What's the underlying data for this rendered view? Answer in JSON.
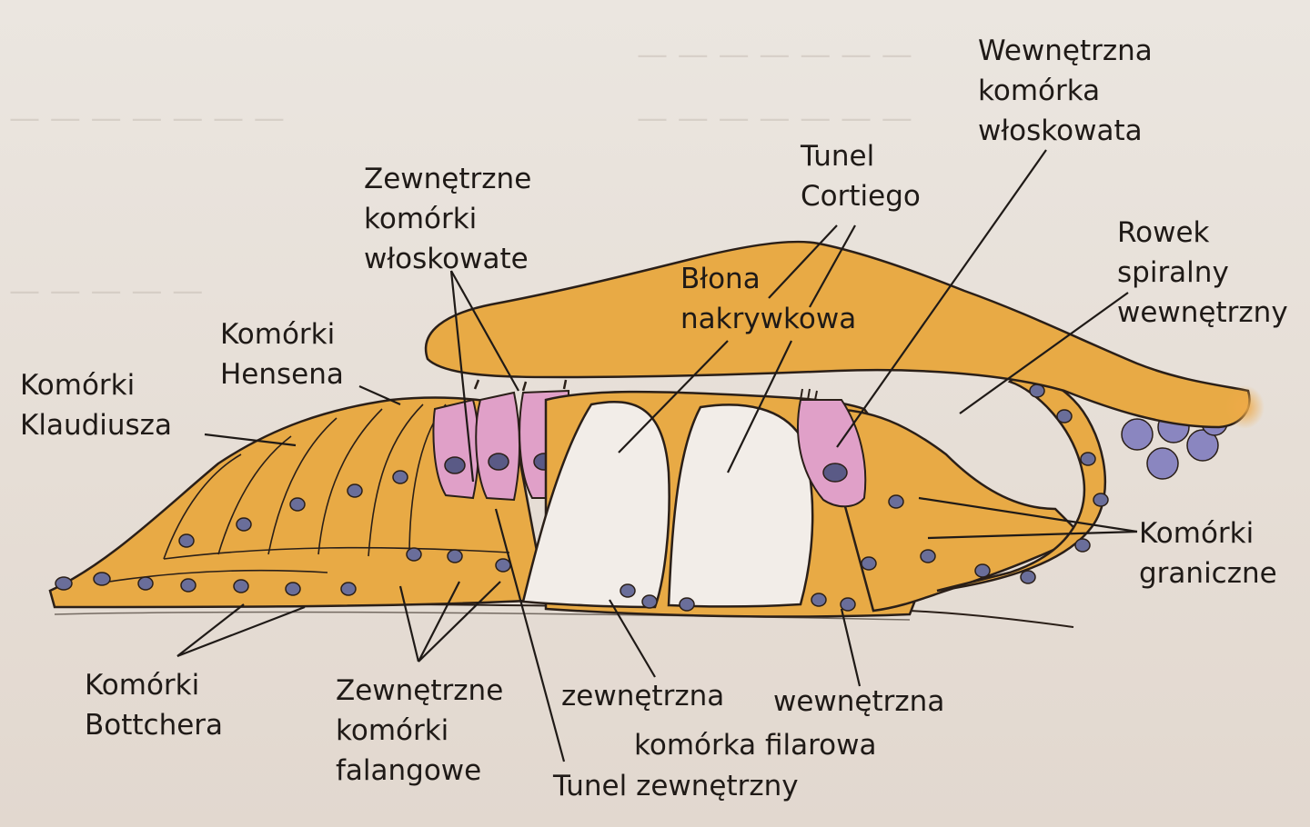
{
  "diagram": {
    "labels": {
      "outer_hair_cells": "Zewnętrzne\nkomórki\nwłoskowate",
      "inner_hair_cell": "Wewnętrzna\nkomórka\nwłoskowata",
      "tunnel_corti": "Tunel\nCortiego",
      "tectorial_membrane": "Błona\nnakrywkowa",
      "inner_spiral_sulcus": "Rowek\nspiralny\nwewnętrzny",
      "hensen_cells": "Komórki\nHensena",
      "claudius_cells": "Komórki\nKlaudiusza",
      "border_cells": "Komórki\ngraniczne",
      "boettcher_cells": "Komórki\nBottchera",
      "outer_phalangeal_cells": "Zewnętrzne\nkomórki\nfalangowe",
      "outer_pillar": "zewnętrzna",
      "inner_pillar": "wewnętrzna",
      "pillar_cell": "komórka filarowa",
      "outer_tunnel": "Tunel zewnętrzny"
    },
    "colors": {
      "tissue": "#e8aa45",
      "hair_cell": "#e0a0c8",
      "nucleus": "#6a6e9a",
      "outline": "#2a1f18",
      "lumen": "#f2ede8"
    }
  }
}
